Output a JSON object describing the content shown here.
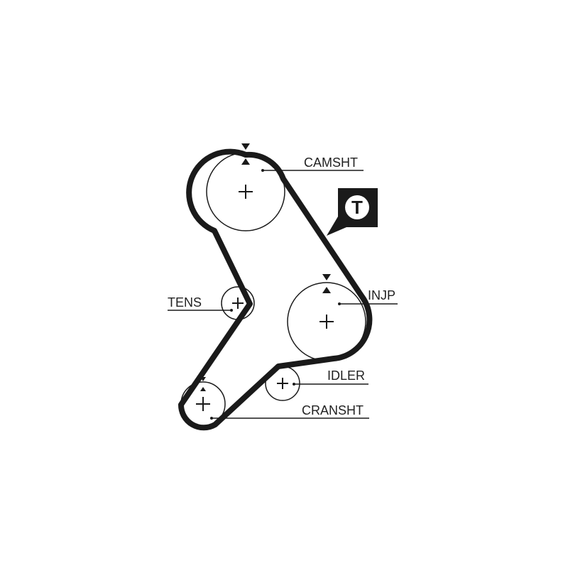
{
  "labels": {
    "camshaft": "CAMSHT",
    "injection_pump": "INJP",
    "tensioner": "TENS",
    "idler": "IDLER",
    "crankshaft": "CRANSHT",
    "tensioner_badge": "T"
  },
  "colors": {
    "belt": "#1a1a1a",
    "badge_bg": "#1a1a1a",
    "badge_letter_bg": "#ffffff"
  },
  "icons": {
    "timing_mark": "triangle-marker-icon",
    "center": "plus-icon",
    "badge": "tensioner-badge-icon"
  }
}
